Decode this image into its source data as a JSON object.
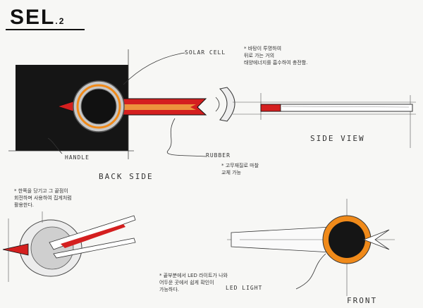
{
  "title": {
    "main": "SEL",
    "sub": ".2"
  },
  "labels": {
    "solar_cell": "SOLAR CELL",
    "handle": "HANDLE",
    "rubber": "RUBBER",
    "back_side": "BACK SIDE",
    "side_view": "SIDE VIEW",
    "led_light": "LED LIGHT",
    "front": "FRONT"
  },
  "notes": {
    "solar_note": [
      "* 바탕이 투명하여",
      "뒤로 가는 거의",
      "태양에너지를 흡수하여 충전함."
    ],
    "rubber_note": [
      "* 고무재질로 마찰",
      "교체 가능"
    ],
    "left_note": [
      "* 한쪽을 당기고 그 끝점이",
      "회전하며 사용하여 집게처럼",
      "활용한다."
    ],
    "led_note": [
      "* 끝부분에서 LED 라이트가 나와",
      "어두운 곳에서 쉽게 확인이",
      "가능하다."
    ]
  },
  "colors": {
    "red": "#d41f1f",
    "orange": "#f08a1a",
    "black": "#151515",
    "gray": "#b8b8b8",
    "ink": "#2a2a2a"
  }
}
